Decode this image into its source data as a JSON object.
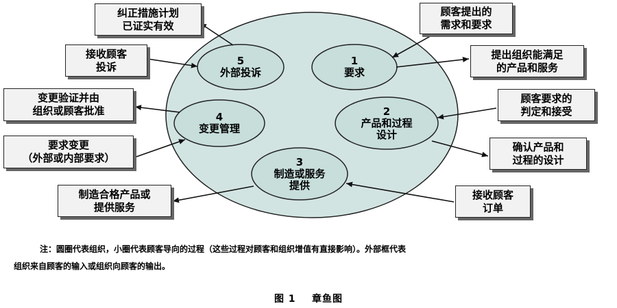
{
  "center_nodes": [
    {
      "id": "n1",
      "number": "1",
      "lines": [
        "要求"
      ]
    },
    {
      "id": "n2",
      "number": "2",
      "lines": [
        "产品和过程",
        "设计"
      ]
    },
    {
      "id": "n3",
      "number": "3",
      "lines": [
        "制造或服务",
        "提供"
      ]
    },
    {
      "id": "n4",
      "number": "4",
      "lines": [
        "变更管理"
      ]
    },
    {
      "id": "n5",
      "number": "5",
      "lines": [
        "外部投诉"
      ]
    }
  ],
  "outer_boxes": {
    "complaint_fixed": [
      "纠正措施计划",
      "已证实有效"
    ],
    "receive_complaint": [
      "接收顾客",
      "投诉"
    ],
    "change_approval": [
      "变更验证并由",
      "组织或顾客批准"
    ],
    "requirement_change": [
      "要求变更",
      "（外部或内部要求）"
    ],
    "conforming_product": [
      "制造合格产品或",
      "提供服务"
    ],
    "customer_needs": [
      "顾客提出的",
      "需求和要求"
    ],
    "org_offer": [
      "提出组织能满足",
      "的产品和服务"
    ],
    "req_review": [
      "顾客要求的",
      "判定和接受"
    ],
    "confirm_design": [
      "确认产品和",
      "过程的设计"
    ],
    "receive_order": [
      "接收顾客",
      "订单"
    ]
  },
  "note": {
    "line1": "注：圆圈代表组织，小圈代表顾客导向的过程（这些过程对顾客和组织增值有直接影响）。外部框代表",
    "line2": "组织来自顾客的输入或组织向顾客的输出。"
  },
  "caption": "图 1    章鱼图",
  "colors": {
    "big_ellipse": "#d2e4e2",
    "small_ellipse": "#c7dedb",
    "box": "#f2f2f2"
  }
}
